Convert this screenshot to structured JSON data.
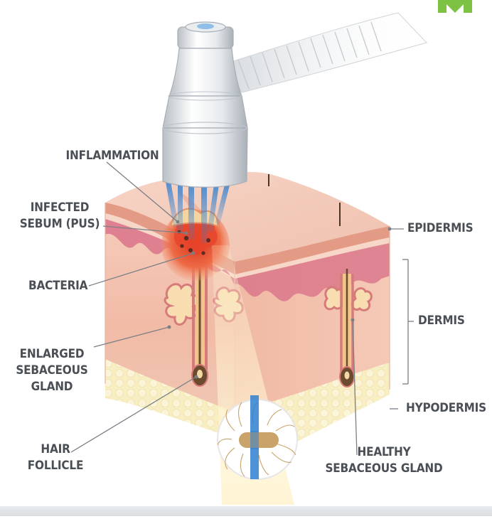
{
  "labels": {
    "inflammation": "INFLAMMATION",
    "infected_sebum": [
      "INFECTED",
      "SEBUM (PUS)"
    ],
    "bacteria": "BACTERIA",
    "enlarged_gland": [
      "ENLARGED",
      "SEBACEOUS",
      "GLAND"
    ],
    "hair_follicle": [
      "HAIR",
      "FOLLICLE"
    ],
    "epidermis": "EPIDERMIS",
    "dermis": "DERMIS",
    "hypodermis": "HYPODERMIS",
    "healthy_gland": [
      "HEALTHY",
      "SEBACEOUS GLAND"
    ]
  },
  "colors": {
    "label_text": "#4a4f55",
    "leader_line": "#7a7f86",
    "logo_green": "#7dc242",
    "light_beam": "#2f7fd0",
    "skin_top": "#f3c7b3",
    "dermis": "#f5c6b2",
    "hypodermis": "#f8edc4",
    "inflamed": "#e8452c"
  }
}
